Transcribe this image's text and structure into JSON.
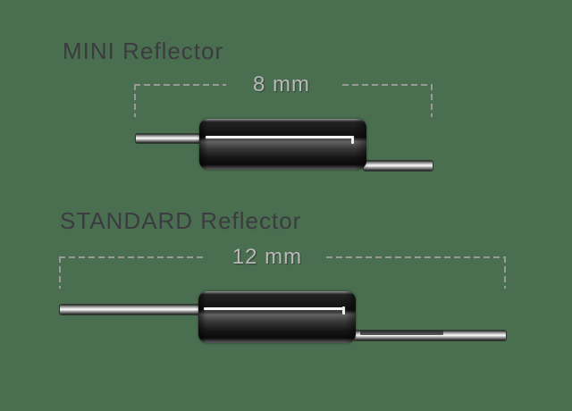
{
  "background_color": "#4a6f50",
  "line_color": "#9a9a9a",
  "sections": [
    {
      "title": "MINI Reflector",
      "dimension_label": "8 mm",
      "length_mm": 8
    },
    {
      "title": "STANDARD Reflector",
      "dimension_label": "12 mm",
      "length_mm": 12
    }
  ]
}
